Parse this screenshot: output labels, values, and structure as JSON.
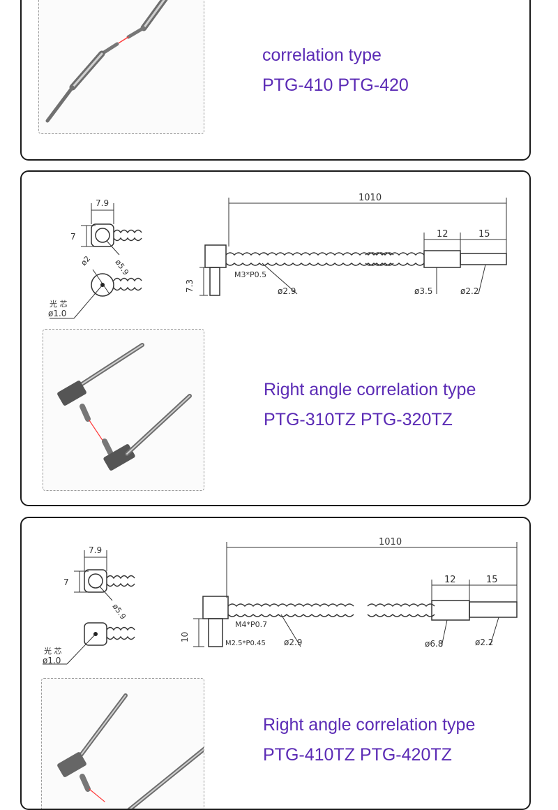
{
  "colors": {
    "caption": "#5b2bb5",
    "line": "#333333",
    "fiber": "#ff3b3b"
  },
  "items": [
    {
      "title": "correlation type",
      "models": "PTG-410 PTG-420"
    },
    {
      "title": "Right angle correlation type",
      "models": "PTG-310TZ PTG-320TZ",
      "drawing": {
        "total_length": "1010",
        "seg1": "12",
        "seg2": "15",
        "head_width": "7.9",
        "head_height": "7",
        "bend_radius": "ø5.9",
        "core_diameter": "ø2",
        "core_label": "光 芯",
        "core_value": "ø1.0",
        "thread": "M3*P0.5",
        "thread_length": "7.3",
        "sheath_diameter": "ø2.9",
        "sleeve_diameter": "ø3.5",
        "probe_diameter": "ø2.2"
      }
    },
    {
      "title": "Right angle correlation type",
      "models": "PTG-410TZ PTG-420TZ",
      "drawing": {
        "total_length": "1010",
        "seg1": "12",
        "seg2": "15",
        "head_width": "7.9",
        "head_height": "7",
        "bend_radius": "ø5.9",
        "core_label": "光 芯",
        "core_value": "ø1.0",
        "thread": "M4*P0.7",
        "thread2": "M2.5*P0.45",
        "thread_length": "10",
        "sheath_diameter": "ø2.9",
        "sleeve_diameter": "ø6.8",
        "probe_diameter": "ø2.2"
      }
    }
  ]
}
